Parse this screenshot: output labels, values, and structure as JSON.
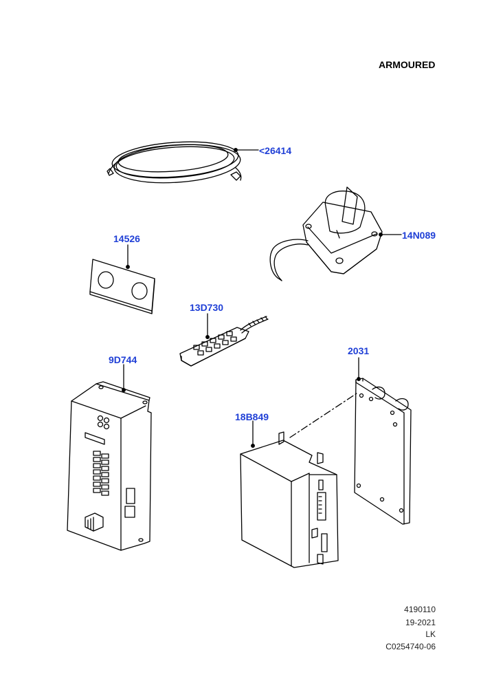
{
  "heading": "ARMOURED",
  "parts": [
    {
      "id": "cable",
      "label": "<26414"
    },
    {
      "id": "plate",
      "label": "14526"
    },
    {
      "id": "isolator-switch",
      "label": "14N089"
    },
    {
      "id": "keypad",
      "label": "13D730"
    },
    {
      "id": "control-box",
      "label": "9D744"
    },
    {
      "id": "mounting-plate",
      "label": "2031"
    },
    {
      "id": "module",
      "label": "18B849"
    }
  ],
  "footer": {
    "line1": "4190110",
    "line2": "19-2021",
    "line3": "LK",
    "line4": "C0254740-06"
  },
  "colors": {
    "callout": "#1f3fd6",
    "line": "#000000"
  }
}
